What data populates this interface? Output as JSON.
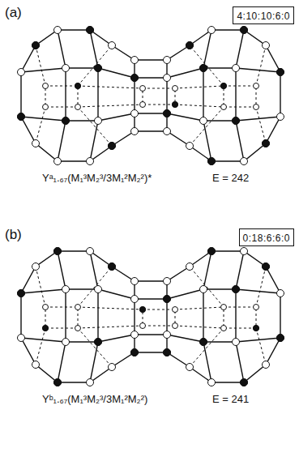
{
  "diagram": {
    "nodes": [
      {
        "text": [
          "4:10:10:6:0"
        ]
      },
      {
        "text": [
          "0:18:6:6:0"
        ]
      }
    ],
    "labels": [
      "(a)",
      "Yᵃ₁.₆₇(M₁³M₂³/3M₁²M₂²)*",
      "E = 242",
      "(b)",
      "Yᵇ₁.₆₇(M₁³M₂³/3M₁²M₂²)",
      "E = 241"
    ]
  }
}
